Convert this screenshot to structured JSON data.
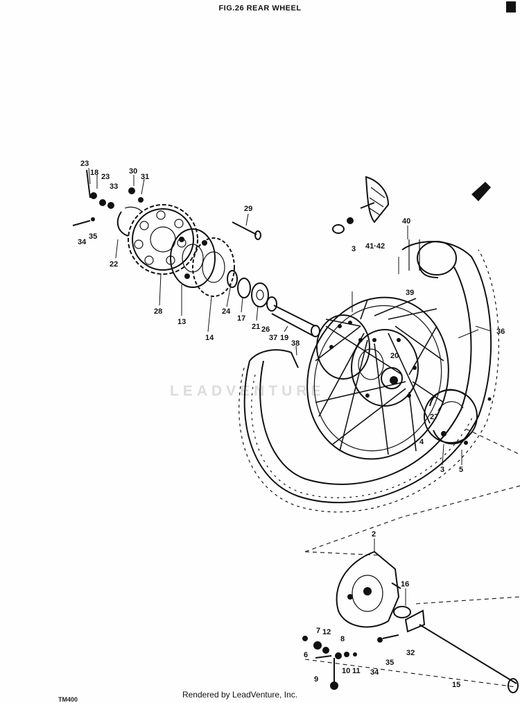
{
  "title": "FIG.26  REAR WHEEL",
  "watermark": "LEADVENTURE",
  "footer": "Rendered by LeadVenture, Inc.",
  "model_code": "TM400",
  "callouts": [
    {
      "id": "c-23a",
      "text": "23"
    },
    {
      "id": "c-18",
      "text": "18"
    },
    {
      "id": "c-23b",
      "text": "23"
    },
    {
      "id": "c-33",
      "text": "33"
    },
    {
      "id": "c-30",
      "text": "30"
    },
    {
      "id": "c-31",
      "text": "31"
    },
    {
      "id": "c-34a",
      "text": "34"
    },
    {
      "id": "c-35a",
      "text": "35"
    },
    {
      "id": "c-22",
      "text": "22"
    },
    {
      "id": "c-29",
      "text": "29"
    },
    {
      "id": "c-28",
      "text": "28"
    },
    {
      "id": "c-13",
      "text": "13"
    },
    {
      "id": "c-14",
      "text": "14"
    },
    {
      "id": "c-24",
      "text": "24"
    },
    {
      "id": "c-17",
      "text": "17"
    },
    {
      "id": "c-21",
      "text": "21"
    },
    {
      "id": "c-26",
      "text": "26"
    },
    {
      "id": "c-37",
      "text": "37"
    },
    {
      "id": "c-19",
      "text": "19"
    },
    {
      "id": "c-38",
      "text": "38"
    },
    {
      "id": "c-40",
      "text": "40"
    },
    {
      "id": "c-3a",
      "text": "3"
    },
    {
      "id": "c-41-42",
      "text": "41·42"
    },
    {
      "id": "c-39",
      "text": "39"
    },
    {
      "id": "c-36",
      "text": "36"
    },
    {
      "id": "c-20",
      "text": "20"
    },
    {
      "id": "c-27",
      "text": "27"
    },
    {
      "id": "c-4",
      "text": "4"
    },
    {
      "id": "c-3b",
      "text": "3"
    },
    {
      "id": "c-5",
      "text": "5"
    },
    {
      "id": "c-2",
      "text": "2"
    },
    {
      "id": "c-16",
      "text": "16"
    },
    {
      "id": "c-7",
      "text": "7"
    },
    {
      "id": "c-12",
      "text": "12"
    },
    {
      "id": "c-6",
      "text": "6"
    },
    {
      "id": "c-8",
      "text": "8"
    },
    {
      "id": "c-9",
      "text": "9"
    },
    {
      "id": "c-10",
      "text": "10"
    },
    {
      "id": "c-11",
      "text": "11"
    },
    {
      "id": "c-34b",
      "text": "34"
    },
    {
      "id": "c-35b",
      "text": "35"
    },
    {
      "id": "c-32",
      "text": "32"
    },
    {
      "id": "c-15",
      "text": "15"
    }
  ]
}
